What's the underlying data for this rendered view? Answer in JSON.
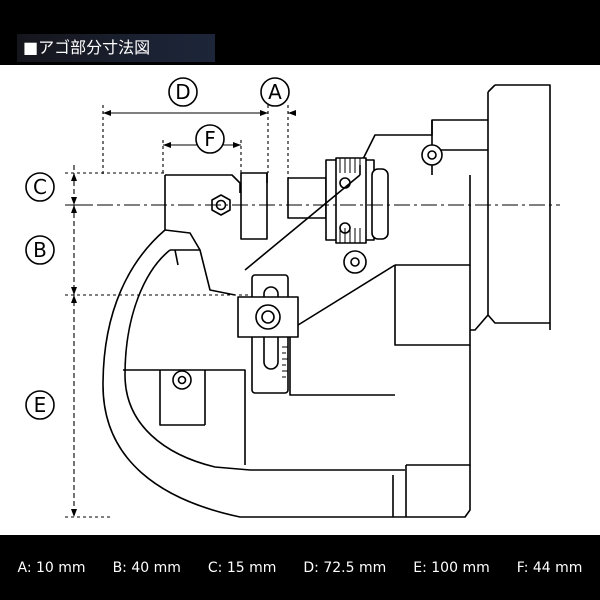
{
  "header": {
    "title": "■アゴ部分寸法図"
  },
  "diagram": {
    "labels": {
      "A": "A",
      "B": "B",
      "C": "C",
      "D": "D",
      "E": "E",
      "F": "F"
    }
  },
  "dimensions": [
    {
      "id": "A",
      "text": "A: 10 mm"
    },
    {
      "id": "B",
      "text": "B: 40 mm"
    },
    {
      "id": "C",
      "text": "C: 15 mm"
    },
    {
      "id": "D",
      "text": "D: 72.5 mm"
    },
    {
      "id": "E",
      "text": "E: 100 mm"
    },
    {
      "id": "F",
      "text": "F: 44 mm"
    }
  ],
  "colors": {
    "background": "#000000",
    "panel": "#ffffff",
    "line": "#000000",
    "text": "#ffffff"
  }
}
